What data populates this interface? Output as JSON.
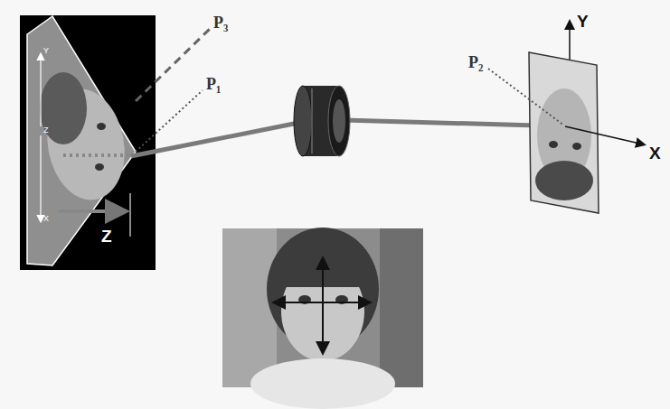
{
  "diagram": {
    "labels": [
      "Y",
      "Z",
      "X",
      "P₃",
      "P₁",
      "P₂",
      "Y",
      "X",
      "Z"
    ]
  }
}
